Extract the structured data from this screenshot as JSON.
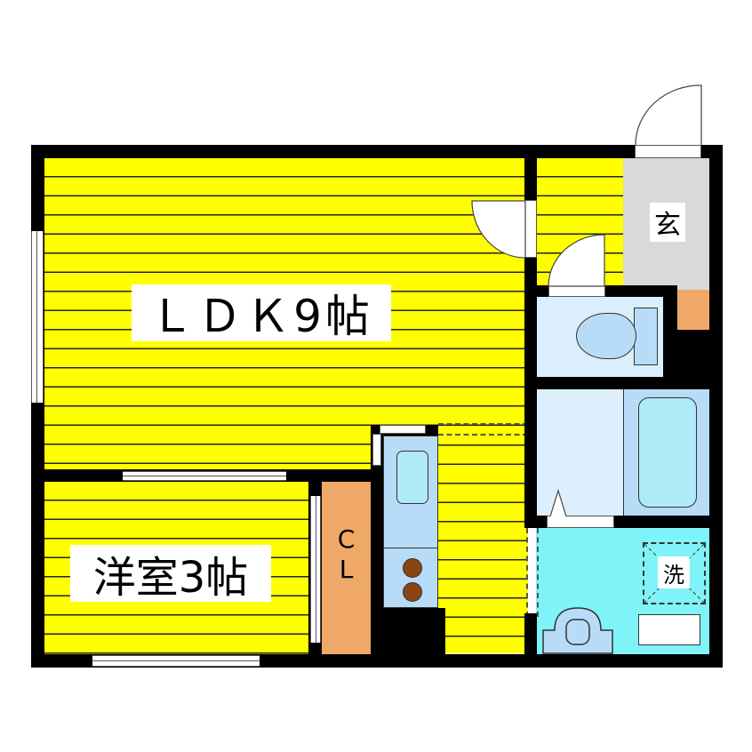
{
  "floor_plan": {
    "rooms": {
      "ldk": {
        "label": "ＬＤＫ9帖",
        "type": "living-dining-kitchen",
        "size_jo": 9
      },
      "western_room": {
        "label": "洋室3帖",
        "type": "western-room",
        "size_jo": 3
      },
      "closet": {
        "label_line1": "C",
        "label_line2": "L",
        "type": "closet"
      },
      "entrance": {
        "label": "玄",
        "type": "entrance"
      },
      "laundry": {
        "label": "洗",
        "type": "washing-machine-space"
      }
    },
    "fixtures": [
      "toilet",
      "bathtub",
      "kitchen-sink",
      "two-burner-stove",
      "washbasin",
      "shoe-cabinet"
    ],
    "colors": {
      "floor": "#ffff00",
      "wall": "#000000",
      "closet": "#f0a868",
      "entrance": "#d9d9d9",
      "toilet_room": "#dceefb",
      "bath_room": "#ddeefc",
      "washroom": "#7ff3f7",
      "fixture": "#b8dcf8",
      "stove_burner": "#8b4513"
    }
  }
}
